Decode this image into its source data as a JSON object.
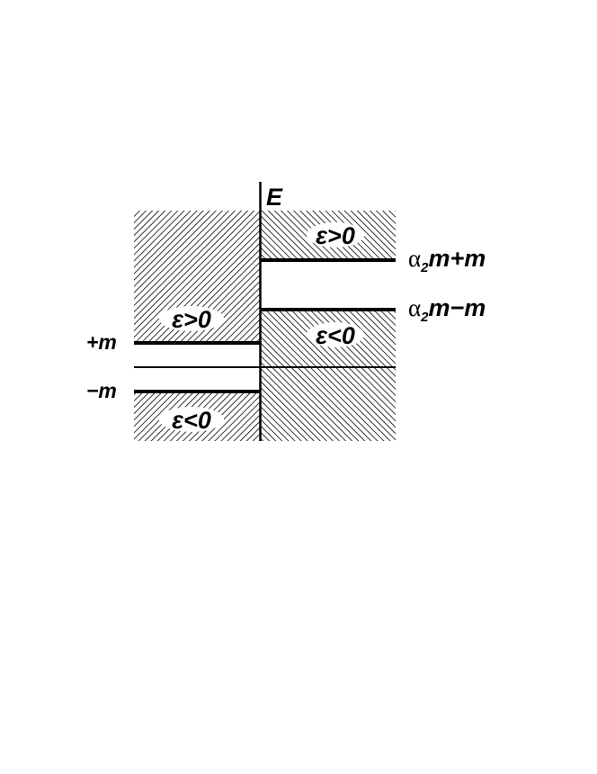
{
  "diagram": {
    "axis_label": "E",
    "left_panel": {
      "upper_region_label": "ε>0",
      "lower_region_label": "ε<0",
      "level_plus_label": "+m",
      "level_minus_label": "−m"
    },
    "right_panel": {
      "upper_region_label": "ε>0",
      "lower_region_label": "ε<0",
      "upper_level_label": {
        "greek": "α",
        "sub": "2",
        "rest": "m+m"
      },
      "lower_level_label": {
        "greek": "α",
        "sub": "2",
        "rest": "m−m"
      }
    },
    "colors": {
      "ink": "#000000",
      "background": "#ffffff"
    }
  }
}
